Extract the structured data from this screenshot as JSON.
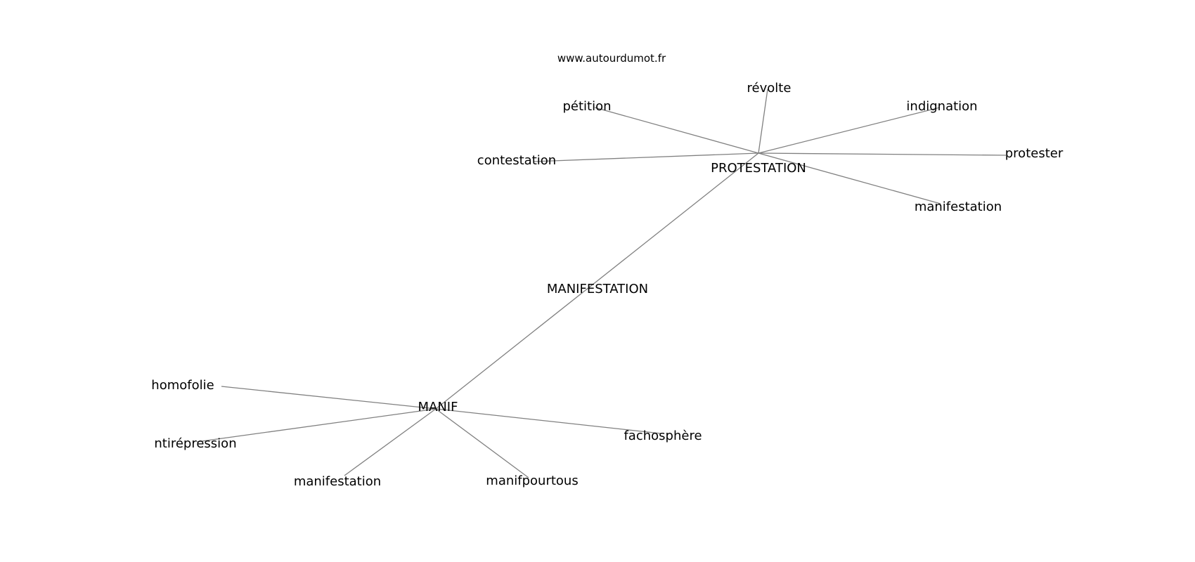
{
  "header": {
    "source": "www.autourdumot.fr"
  },
  "graph": {
    "edge_color": "#808080",
    "center_label": "MANIFESTATION",
    "nodes": [
      {
        "id": "PROTESTATION",
        "label": "PROTESTATION"
      },
      {
        "id": "MANIF",
        "label": "MANIF"
      },
      {
        "id": "petition",
        "label": "pétition"
      },
      {
        "id": "revolte",
        "label": "révolte"
      },
      {
        "id": "indignation",
        "label": "indignation"
      },
      {
        "id": "contestation",
        "label": "contestation"
      },
      {
        "id": "protester",
        "label": "protester"
      },
      {
        "id": "manifestation1",
        "label": "manifestation"
      },
      {
        "id": "homofolie",
        "label": "homofolie"
      },
      {
        "id": "antirepression",
        "label": "ntirépression"
      },
      {
        "id": "manifestation2",
        "label": "manifestation"
      },
      {
        "id": "manifpourtous",
        "label": "manifpourtous"
      },
      {
        "id": "fachosphere",
        "label": "fachosphère"
      }
    ],
    "edges": [
      [
        "MANIF",
        "PROTESTATION"
      ],
      [
        "PROTESTATION",
        "petition"
      ],
      [
        "PROTESTATION",
        "revolte"
      ],
      [
        "PROTESTATION",
        "indignation"
      ],
      [
        "PROTESTATION",
        "contestation"
      ],
      [
        "PROTESTATION",
        "protester"
      ],
      [
        "PROTESTATION",
        "manifestation1"
      ],
      [
        "MANIF",
        "homofolie"
      ],
      [
        "MANIF",
        "antirepression"
      ],
      [
        "MANIF",
        "manifestation2"
      ],
      [
        "MANIF",
        "manifpourtous"
      ],
      [
        "MANIF",
        "fachosphere"
      ]
    ]
  }
}
